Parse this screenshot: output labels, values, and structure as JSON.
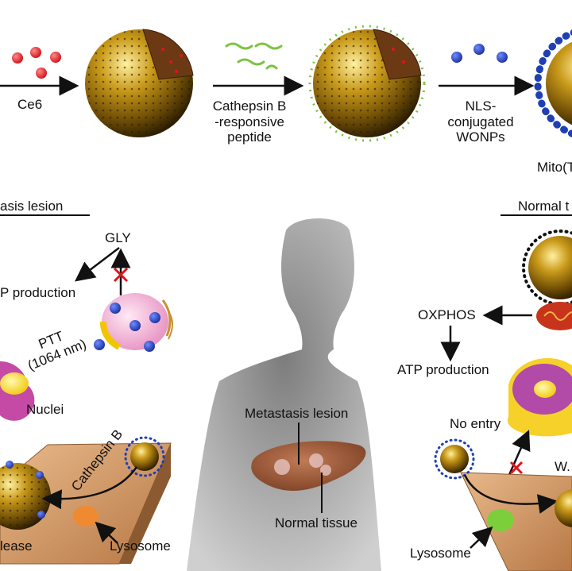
{
  "top_row": {
    "ce6_label": "Ce6",
    "peptide_label_1": "Cathepsin B",
    "peptide_label_2": "-responsive",
    "peptide_label_3": "peptide",
    "nls_label_1": "NLS-",
    "nls_label_2": "conjugated",
    "nls_label_3": "WONPs",
    "mito_label": "Mito(T"
  },
  "left_panel": {
    "title": "asis lesion",
    "gly_label": "GLY",
    "atp_label": "P production",
    "ptt_label_1": "PTT",
    "ptt_label_2": "(1064 nm)",
    "nuclei_label": "Nuclei",
    "cathepsin_label": "Cathepsin B",
    "release_label": "lease",
    "lysosome_label": "Lysosome"
  },
  "center": {
    "metastasis_label": "Metastasis lesion",
    "normal_tissue_label": "Normal tissue"
  },
  "right_panel": {
    "title": "Normal t",
    "oxphos_label": "OXPHOS",
    "atp_label": "ATP production",
    "no_entry_label": "No entry",
    "w_label": "W.",
    "lysosome_label": "Lysosome"
  },
  "colors": {
    "ce6": "#e0141b",
    "peptide": "#7cc443",
    "wonp": "#1f3fb5",
    "nanoparticle_core": "#6a4a08",
    "block_x": "#e0141b",
    "tissue_block": "#c98e5b",
    "liver": "#9c5a3a",
    "silhouette": "#9a9a9a"
  }
}
